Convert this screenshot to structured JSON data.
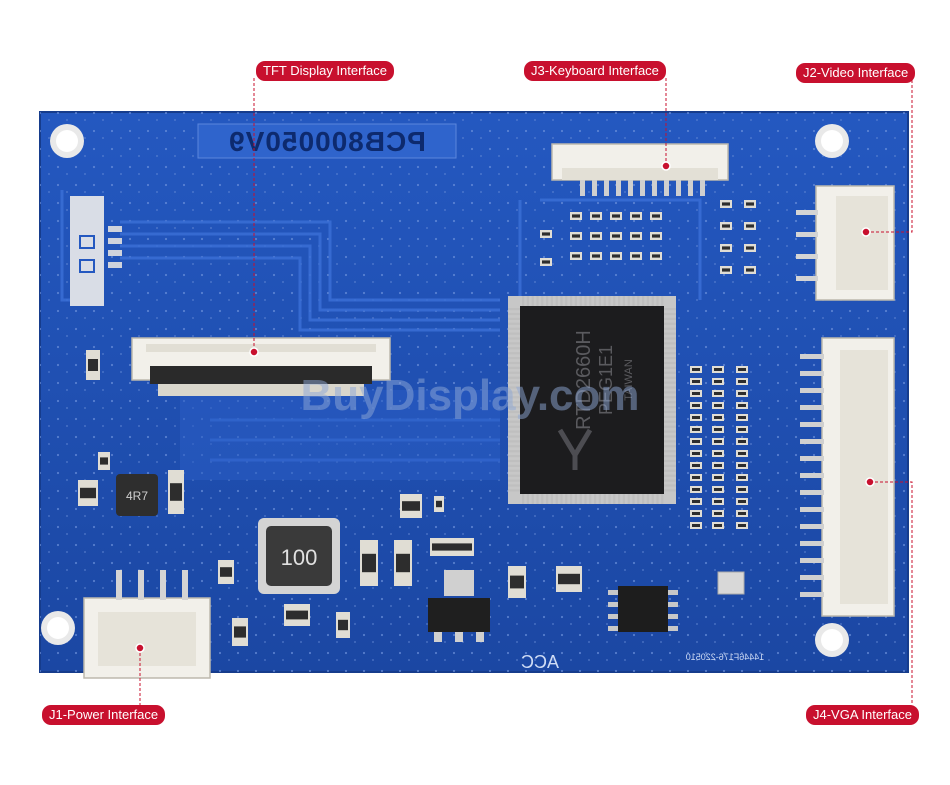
{
  "board": {
    "part_number": "PCB800050V9",
    "chip_line1": "RTD2660H",
    "chip_line2": "PEG1E1",
    "chip_line3": "TAIWAN",
    "inductor_value": "100",
    "small_inductor": "4R7",
    "watermark": "BuyDisplay.com",
    "silk_acc": "ACC",
    "silk_code": "14446F176-220510"
  },
  "callouts": {
    "tft": "TFT Display Interface",
    "j3": "J3-Keyboard Interface",
    "j2": "J2-Video Interface",
    "j1": "J1-Power Interface",
    "j4": "J4-VGA Interface"
  },
  "colors": {
    "pcb_blue": "#1f4fb0",
    "callout_red": "#c8102e",
    "connector_white": "#f2f0ea"
  },
  "icons": {
    "mounting_hole": "mounting-hole-icon",
    "callout_point": "callout-point-icon"
  }
}
